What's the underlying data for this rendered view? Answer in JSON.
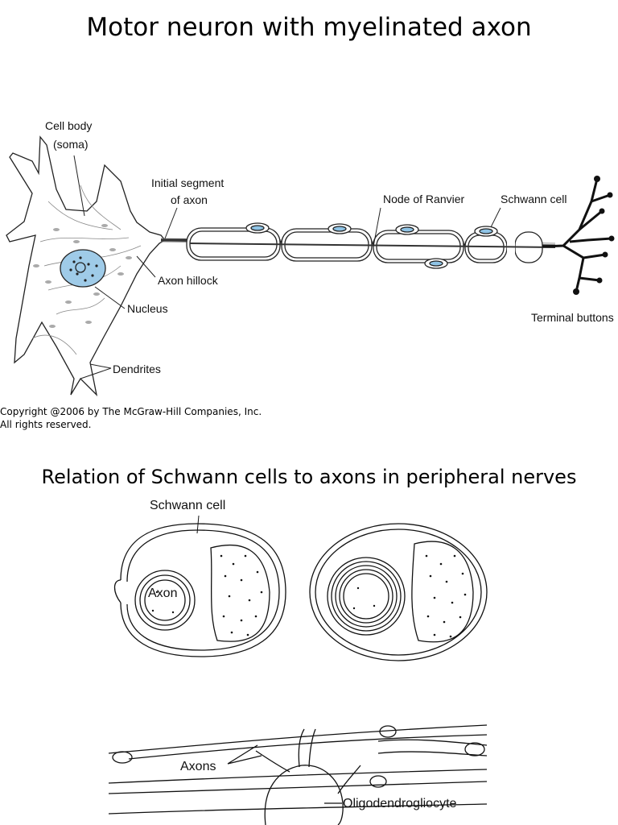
{
  "titles": {
    "neuron": "Motor neuron with myelinated axon",
    "schwann": "Relation of Schwann cells to axons in peripheral nerves"
  },
  "neuron_labels": {
    "cell_body": "Cell body",
    "soma": "(soma)",
    "initial_segment_1": "Initial segment",
    "initial_segment_2": "of axon",
    "node_of_ranvier": "Node of Ranvier",
    "schwann_cell": "Schwann cell",
    "axon_hillock": "Axon hillock",
    "nucleus": "Nucleus",
    "dendrites": "Dendrites",
    "terminal_buttons": "Terminal buttons"
  },
  "copyright": {
    "line1": "Copyright @2006 by The McGraw-Hill Companies, Inc.",
    "line2": "All rights reserved."
  },
  "schwann_labels": {
    "schwann_cell": "Schwann cell",
    "axon": "Axon"
  },
  "cns_labels": {
    "axons": "Axons",
    "oligodendrocyte": "Oligodendrogliocyte"
  },
  "colors": {
    "nucleus_fill": "#9fcbe8",
    "schwann_nucleus": "#8fc4e6",
    "ink": "#111111"
  }
}
